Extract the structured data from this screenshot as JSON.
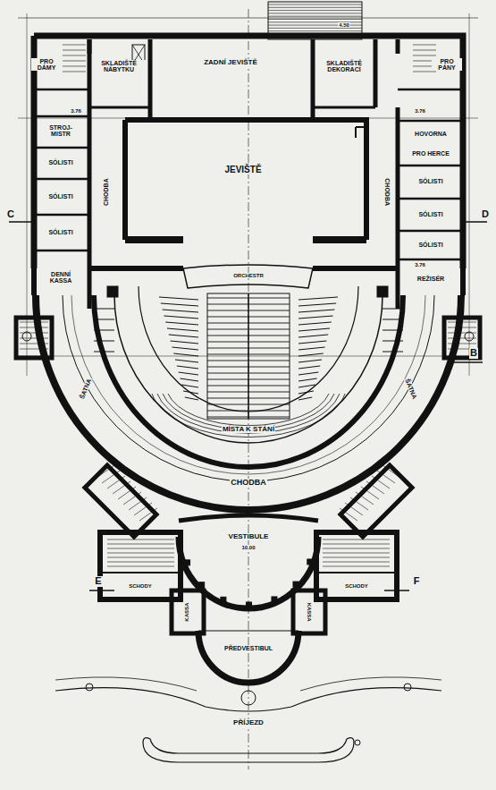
{
  "diagram": {
    "labels": [
      "ZADNÍ JEVIŠTĚ",
      "SKLADIŠTĚ NÁBYTKU",
      "SKLADIŠTĚ DEKORACÍ",
      "JEVIŠTĚ",
      "PRO DÁMY",
      "STROJ-MISTR",
      "SÓLISTI",
      "SÓLISTI",
      "SÓLISTI",
      "DENNÍ KASSA",
      "CHODBA",
      "PRO PÁNY",
      "HOVORNA",
      "PRO HERCE",
      "SÓLISTI",
      "SÓLISTI",
      "SÓLISTI",
      "REŽISÉR",
      "CHODBA",
      "ORCHESTR",
      "MÍSTA K STÁNÍ",
      "CHODBA",
      "ŠATNA",
      "ŠATNA",
      "VESTIBULE",
      "KASSA",
      "KASSA",
      "PŘEDVESTIBUL",
      "PŘÍJEZD",
      "C",
      "D",
      "E",
      "F",
      "B",
      "4.50",
      "3.76",
      "3.76",
      "3.76",
      "10.00",
      "SCHODY",
      "SCHODY"
    ]
  }
}
